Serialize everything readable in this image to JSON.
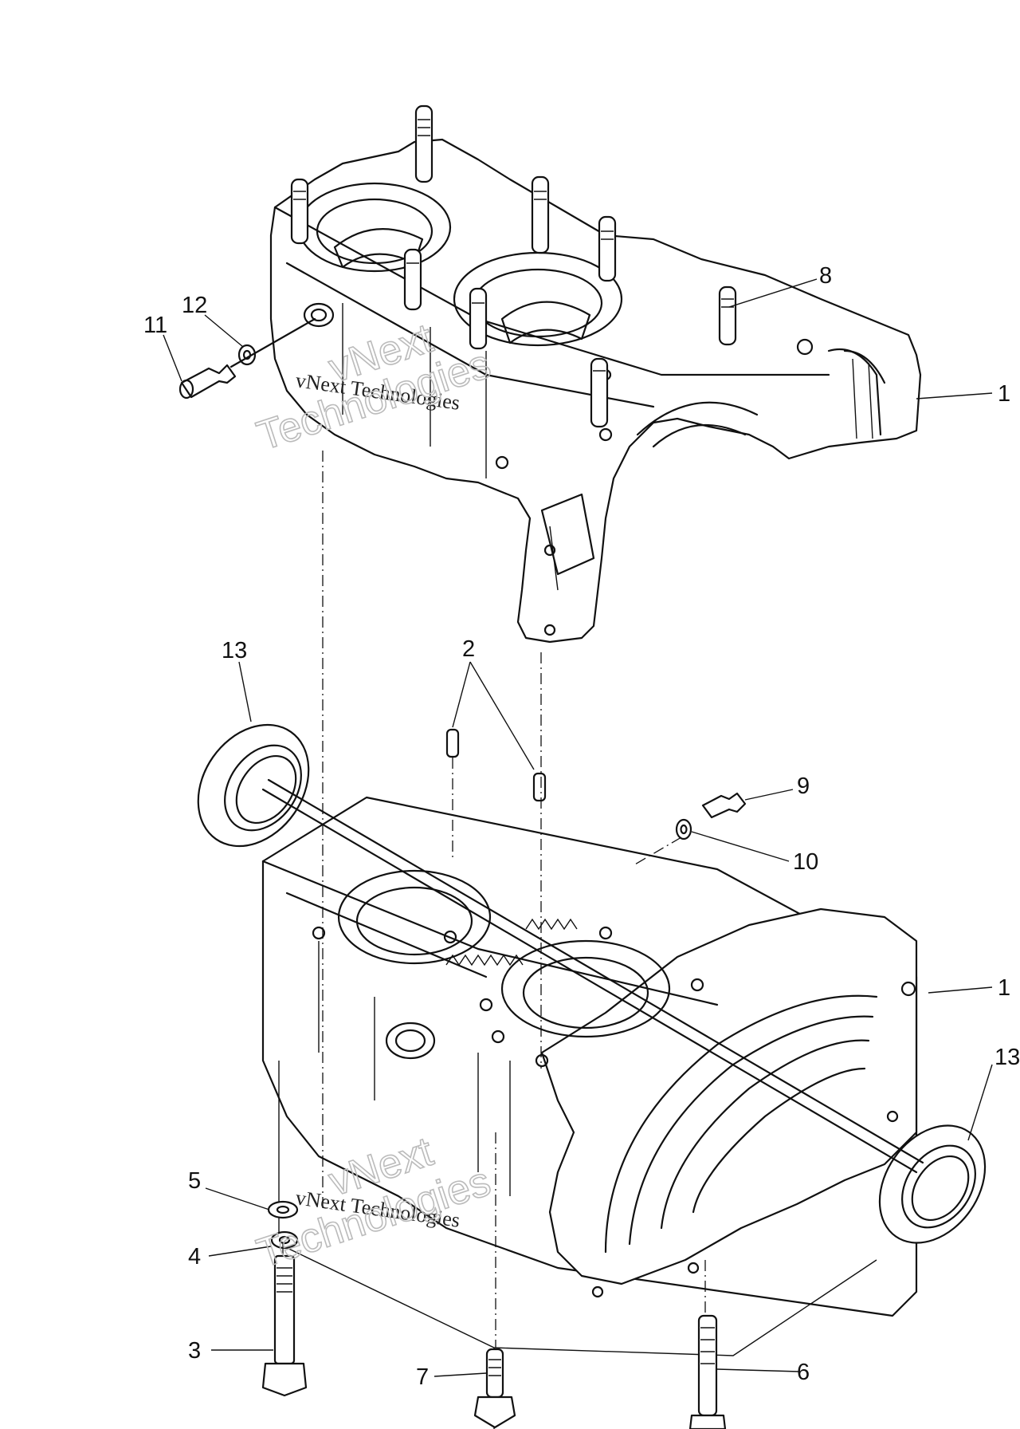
{
  "callouts": {
    "c1_upper": "1",
    "c1_lower": "1",
    "c2": "2",
    "c3": "3",
    "c4": "4",
    "c5": "5",
    "c6": "6",
    "c7": "7",
    "c8": "8",
    "c9": "9",
    "c10": "10",
    "c11": "11",
    "c12": "12",
    "c13_left": "13",
    "c13_right": "13"
  },
  "watermark": {
    "brand_small": "vNext Technologies",
    "brand_big_line1": "vNext",
    "brand_big_line2": "Technologies"
  }
}
